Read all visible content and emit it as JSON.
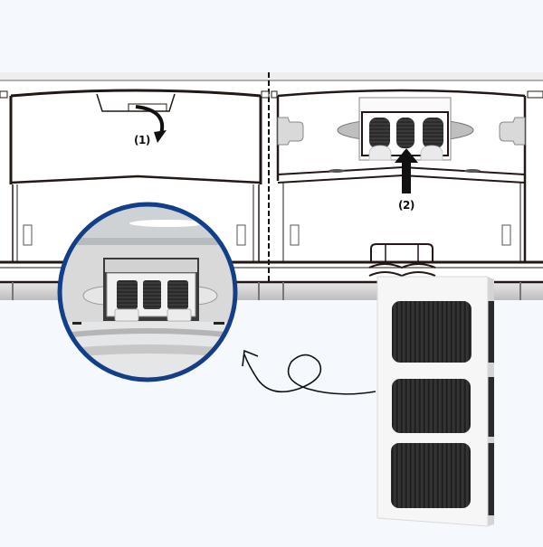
{
  "diagram": {
    "subject": "Refrigerator air filter replacement",
    "steps": [
      {
        "label": "(1)",
        "action": "Open the filter housing cover"
      },
      {
        "label": "(2)",
        "action": "Push filter up into housing"
      }
    ],
    "callout": {
      "shape": "circle",
      "border_color": "#123f87",
      "content": "photo of installed filter in housing"
    },
    "product": {
      "name": "air filter cartridge",
      "panels": 3,
      "frame_color": "#f4f4f4",
      "media_color": "#2b2b2b"
    }
  },
  "colors": {
    "background": "#f5f9fe",
    "line_art": "#231815",
    "accent_blue": "#123f87",
    "grey_band": "#eeeeee"
  }
}
